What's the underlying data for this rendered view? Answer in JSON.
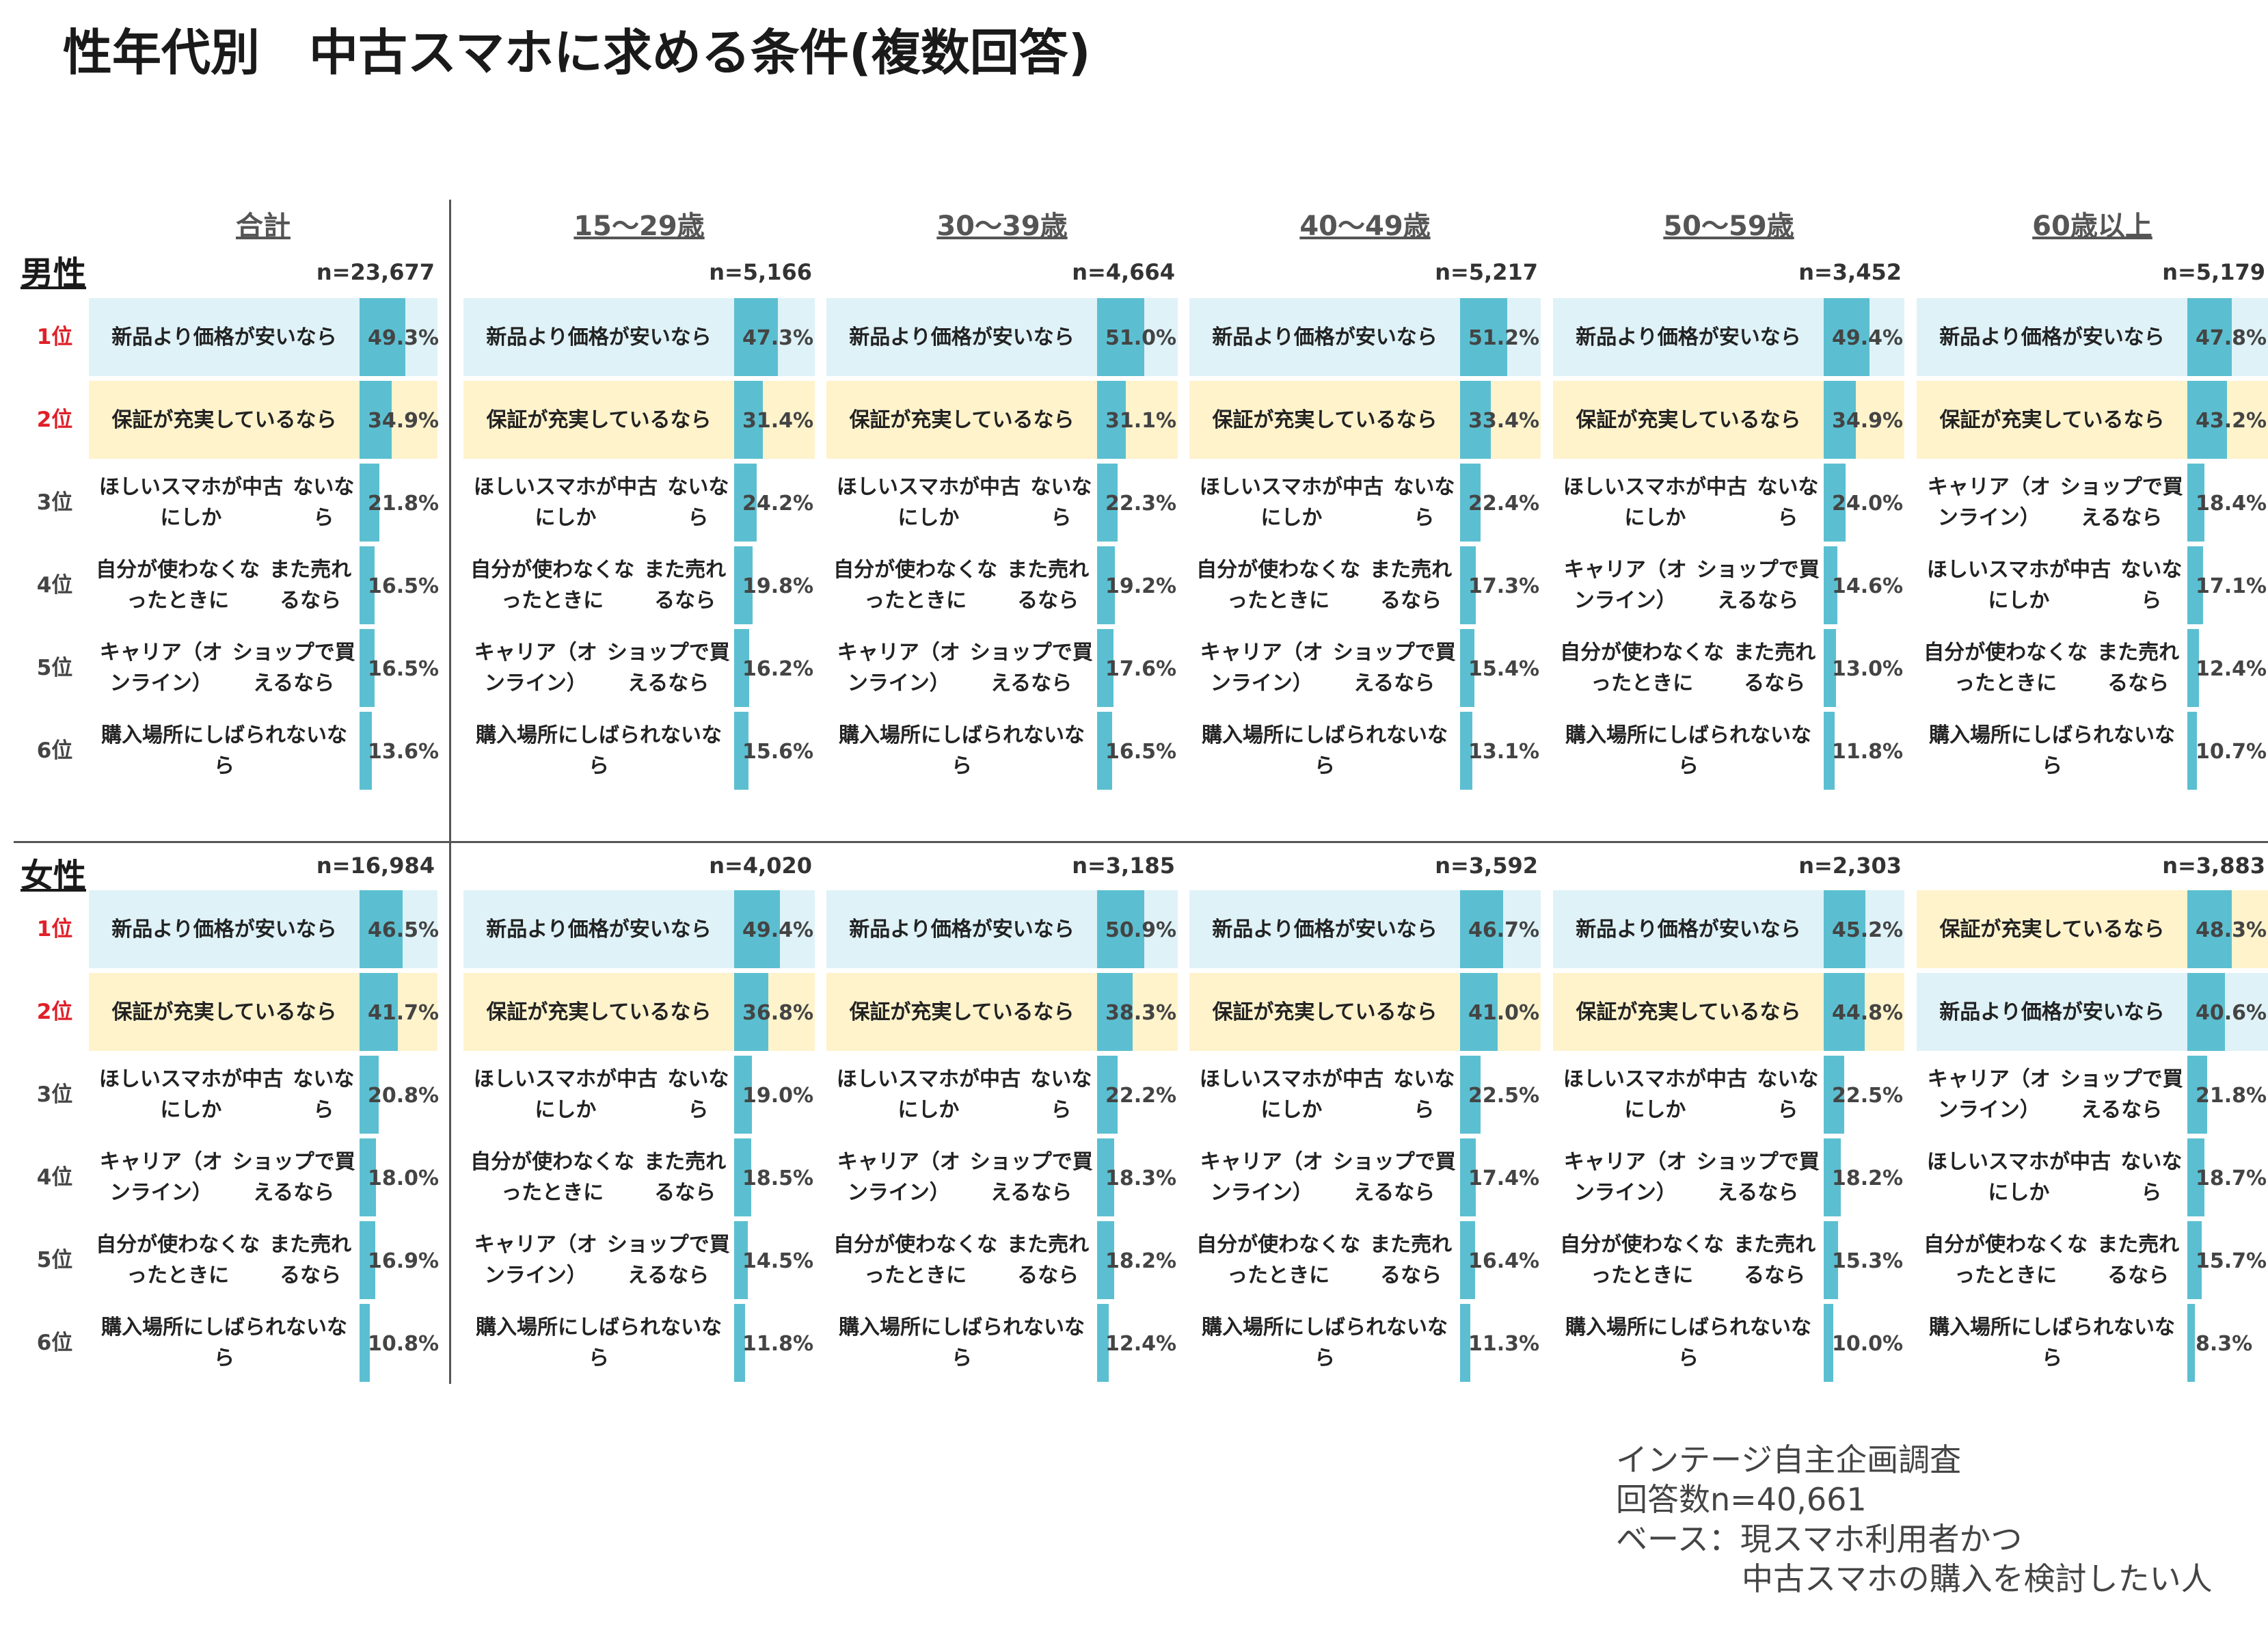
{
  "title": "性年代別　中古スマホに求める条件(複数回答)",
  "columns": [
    "合計",
    "15～29歳",
    "30～39歳",
    "40～49歳",
    "50～59歳",
    "60歳以上"
  ],
  "colors": {
    "bar": "#5bbfd1",
    "highlight_price": "#dff2f7",
    "highlight_warranty": "#fff3cc",
    "rank_top": "#e0202a"
  },
  "footer": [
    "インテージ自主企画調査",
    "回答数n=40,661",
    "ベース：現スマホ利用者かつ",
    "　　　　中古スマホの購入を検討したい人"
  ],
  "chart_data": {
    "type": "bar",
    "ylim": [
      0,
      100
    ],
    "ranks": [
      "1位",
      "2位",
      "3位",
      "4位",
      "5位",
      "6位"
    ],
    "groups": [
      {
        "gender": "男性",
        "panels": [
          {
            "column": "合計",
            "n": "n=23,677",
            "rows": [
              {
                "label": "新品より価格が安いなら",
                "value": 49.3,
                "value_label": "49.3%"
              },
              {
                "label": "保証が充実しているなら",
                "value": 34.9,
                "value_label": "34.9%"
              },
              {
                "label": "ほしいスマホが中古にしかないなら",
                "value": 21.8,
                "value_label": "21.8%"
              },
              {
                "label": "自分が使わなくなったときにまた売れるなら",
                "value": 16.5,
                "value_label": "16.5%"
              },
              {
                "label": "キャリア（オンライン）ショップで買えるなら",
                "value": 16.5,
                "value_label": "16.5%"
              },
              {
                "label": "購入場所にしばられないなら",
                "value": 13.6,
                "value_label": "13.6%"
              }
            ]
          },
          {
            "column": "15～29歳",
            "n": "n=5,166",
            "rows": [
              {
                "label": "新品より価格が安いなら",
                "value": 47.3,
                "value_label": "47.3%"
              },
              {
                "label": "保証が充実しているなら",
                "value": 31.4,
                "value_label": "31.4%"
              },
              {
                "label": "ほしいスマホが中古にしかないなら",
                "value": 24.2,
                "value_label": "24.2%"
              },
              {
                "label": "自分が使わなくなったときにまた売れるなら",
                "value": 19.8,
                "value_label": "19.8%"
              },
              {
                "label": "キャリア（オンライン）ショップで買えるなら",
                "value": 16.2,
                "value_label": "16.2%"
              },
              {
                "label": "購入場所にしばられないなら",
                "value": 15.6,
                "value_label": "15.6%"
              }
            ]
          },
          {
            "column": "30～39歳",
            "n": "n=4,664",
            "rows": [
              {
                "label": "新品より価格が安いなら",
                "value": 51.0,
                "value_label": "51.0%"
              },
              {
                "label": "保証が充実しているなら",
                "value": 31.1,
                "value_label": "31.1%"
              },
              {
                "label": "ほしいスマホが中古にしかないなら",
                "value": 22.3,
                "value_label": "22.3%"
              },
              {
                "label": "自分が使わなくなったときにまた売れるなら",
                "value": 19.2,
                "value_label": "19.2%"
              },
              {
                "label": "キャリア（オンライン）ショップで買えるなら",
                "value": 17.6,
                "value_label": "17.6%"
              },
              {
                "label": "購入場所にしばられないなら",
                "value": 16.5,
                "value_label": "16.5%"
              }
            ]
          },
          {
            "column": "40～49歳",
            "n": "n=5,217",
            "rows": [
              {
                "label": "新品より価格が安いなら",
                "value": 51.2,
                "value_label": "51.2%"
              },
              {
                "label": "保証が充実しているなら",
                "value": 33.4,
                "value_label": "33.4%"
              },
              {
                "label": "ほしいスマホが中古にしかないなら",
                "value": 22.4,
                "value_label": "22.4%"
              },
              {
                "label": "自分が使わなくなったときにまた売れるなら",
                "value": 17.3,
                "value_label": "17.3%"
              },
              {
                "label": "キャリア（オンライン）ショップで買えるなら",
                "value": 15.4,
                "value_label": "15.4%"
              },
              {
                "label": "購入場所にしばられないなら",
                "value": 13.1,
                "value_label": "13.1%"
              }
            ]
          },
          {
            "column": "50～59歳",
            "n": "n=3,452",
            "rows": [
              {
                "label": "新品より価格が安いなら",
                "value": 49.4,
                "value_label": "49.4%"
              },
              {
                "label": "保証が充実しているなら",
                "value": 34.9,
                "value_label": "34.9%"
              },
              {
                "label": "ほしいスマホが中古にしかないなら",
                "value": 24.0,
                "value_label": "24.0%"
              },
              {
                "label": "キャリア（オンライン）ショップで買えるなら",
                "value": 14.6,
                "value_label": "14.6%"
              },
              {
                "label": "自分が使わなくなったときにまた売れるなら",
                "value": 13.0,
                "value_label": "13.0%"
              },
              {
                "label": "購入場所にしばられないなら",
                "value": 11.8,
                "value_label": "11.8%"
              }
            ]
          },
          {
            "column": "60歳以上",
            "n": "n=5,179",
            "rows": [
              {
                "label": "新品より価格が安いなら",
                "value": 47.8,
                "value_label": "47.8%"
              },
              {
                "label": "保証が充実しているなら",
                "value": 43.2,
                "value_label": "43.2%"
              },
              {
                "label": "キャリア（オンライン）ショップで買えるなら",
                "value": 18.4,
                "value_label": "18.4%"
              },
              {
                "label": "ほしいスマホが中古にしかないなら",
                "value": 17.1,
                "value_label": "17.1%"
              },
              {
                "label": "自分が使わなくなったときにまた売れるなら",
                "value": 12.4,
                "value_label": "12.4%"
              },
              {
                "label": "購入場所にしばられないなら",
                "value": 10.7,
                "value_label": "10.7%"
              }
            ]
          }
        ]
      },
      {
        "gender": "女性",
        "panels": [
          {
            "column": "合計",
            "n": "n=16,984",
            "rows": [
              {
                "label": "新品より価格が安いなら",
                "value": 46.5,
                "value_label": "46.5%"
              },
              {
                "label": "保証が充実しているなら",
                "value": 41.7,
                "value_label": "41.7%"
              },
              {
                "label": "ほしいスマホが中古にしかないなら",
                "value": 20.8,
                "value_label": "20.8%"
              },
              {
                "label": "キャリア（オンライン）ショップで買えるなら",
                "value": 18.0,
                "value_label": "18.0%"
              },
              {
                "label": "自分が使わなくなったときにまた売れるなら",
                "value": 16.9,
                "value_label": "16.9%"
              },
              {
                "label": "購入場所にしばられないなら",
                "value": 10.8,
                "value_label": "10.8%"
              }
            ]
          },
          {
            "column": "15～29歳",
            "n": "n=4,020",
            "rows": [
              {
                "label": "新品より価格が安いなら",
                "value": 49.4,
                "value_label": "49.4%"
              },
              {
                "label": "保証が充実しているなら",
                "value": 36.8,
                "value_label": "36.8%"
              },
              {
                "label": "ほしいスマホが中古にしかないなら",
                "value": 19.0,
                "value_label": "19.0%"
              },
              {
                "label": "自分が使わなくなったときにまた売れるなら",
                "value": 18.5,
                "value_label": "18.5%"
              },
              {
                "label": "キャリア（オンライン）ショップで買えるなら",
                "value": 14.5,
                "value_label": "14.5%"
              },
              {
                "label": "購入場所にしばられないなら",
                "value": 11.8,
                "value_label": "11.8%"
              }
            ]
          },
          {
            "column": "30～39歳",
            "n": "n=3,185",
            "rows": [
              {
                "label": "新品より価格が安いなら",
                "value": 50.9,
                "value_label": "50.9%"
              },
              {
                "label": "保証が充実しているなら",
                "value": 38.3,
                "value_label": "38.3%"
              },
              {
                "label": "ほしいスマホが中古にしかないなら",
                "value": 22.2,
                "value_label": "22.2%"
              },
              {
                "label": "キャリア（オンライン）ショップで買えるなら",
                "value": 18.3,
                "value_label": "18.3%"
              },
              {
                "label": "自分が使わなくなったときにまた売れるなら",
                "value": 18.2,
                "value_label": "18.2%"
              },
              {
                "label": "購入場所にしばられないなら",
                "value": 12.4,
                "value_label": "12.4%"
              }
            ]
          },
          {
            "column": "40～49歳",
            "n": "n=3,592",
            "rows": [
              {
                "label": "新品より価格が安いなら",
                "value": 46.7,
                "value_label": "46.7%"
              },
              {
                "label": "保証が充実しているなら",
                "value": 41.0,
                "value_label": "41.0%"
              },
              {
                "label": "ほしいスマホが中古にしかないなら",
                "value": 22.5,
                "value_label": "22.5%"
              },
              {
                "label": "キャリア（オンライン）ショップで買えるなら",
                "value": 17.4,
                "value_label": "17.4%"
              },
              {
                "label": "自分が使わなくなったときにまた売れるなら",
                "value": 16.4,
                "value_label": "16.4%"
              },
              {
                "label": "購入場所にしばられないなら",
                "value": 11.3,
                "value_label": "11.3%"
              }
            ]
          },
          {
            "column": "50～59歳",
            "n": "n=2,303",
            "rows": [
              {
                "label": "新品より価格が安いなら",
                "value": 45.2,
                "value_label": "45.2%"
              },
              {
                "label": "保証が充実しているなら",
                "value": 44.8,
                "value_label": "44.8%"
              },
              {
                "label": "ほしいスマホが中古にしかないなら",
                "value": 22.5,
                "value_label": "22.5%"
              },
              {
                "label": "キャリア（オンライン）ショップで買えるなら",
                "value": 18.2,
                "value_label": "18.2%"
              },
              {
                "label": "自分が使わなくなったときにまた売れるなら",
                "value": 15.3,
                "value_label": "15.3%"
              },
              {
                "label": "購入場所にしばられないなら",
                "value": 10.0,
                "value_label": "10.0%"
              }
            ]
          },
          {
            "column": "60歳以上",
            "n": "n=3,883",
            "rows": [
              {
                "label": "保証が充実しているなら",
                "value": 48.3,
                "value_label": "48.3%"
              },
              {
                "label": "新品より価格が安いなら",
                "value": 40.6,
                "value_label": "40.6%"
              },
              {
                "label": "キャリア（オンライン）ショップで買えるなら",
                "value": 21.8,
                "value_label": "21.8%"
              },
              {
                "label": "ほしいスマホが中古にしかないなら",
                "value": 18.7,
                "value_label": "18.7%"
              },
              {
                "label": "自分が使わなくなったときにまた売れるなら",
                "value": 15.7,
                "value_label": "15.7%"
              },
              {
                "label": "購入場所にしばられないなら",
                "value": 8.3,
                "value_label": "8.3%"
              }
            ]
          }
        ]
      }
    ]
  }
}
